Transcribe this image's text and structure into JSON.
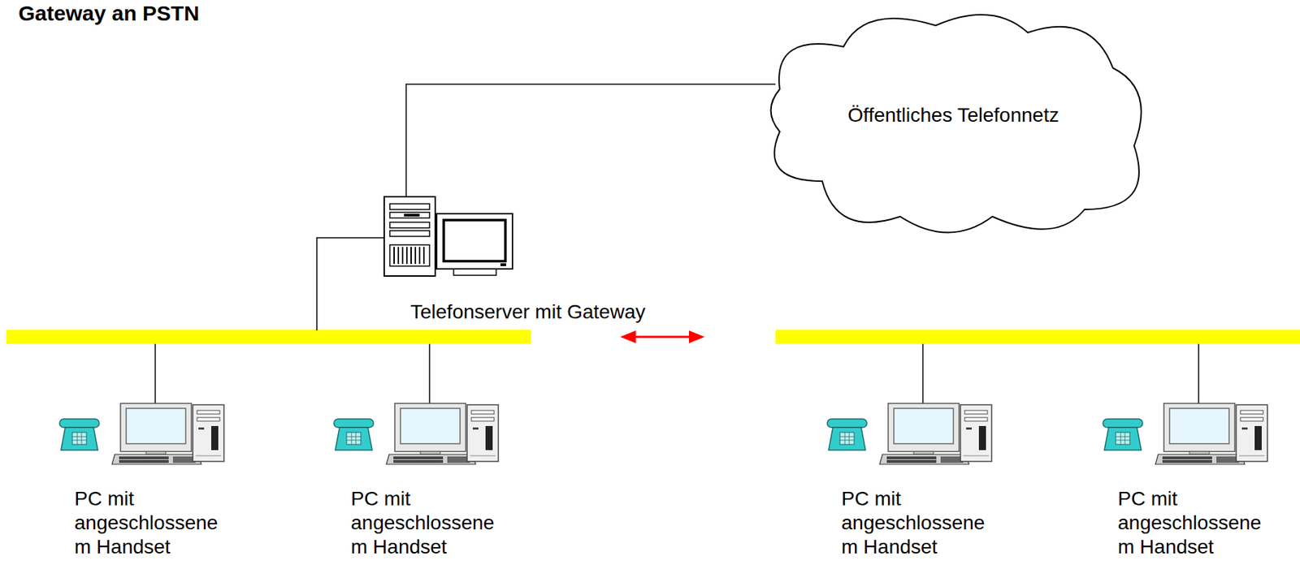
{
  "diagram": {
    "title": "Gateway an PSTN",
    "nodes": [
      {
        "text": [
          "Öffentliches Telefonnetz"
        ]
      },
      {
        "text": [
          "Telefonserver mit Gateway"
        ]
      },
      {
        "text": [
          "PC mit angeschlossene m Handset"
        ]
      },
      {
        "text": [
          "PC mit angeschlossene m Handset"
        ]
      },
      {
        "text": [
          "PC mit angeschlossene m Handset"
        ]
      },
      {
        "text": [
          "PC mit angeschlossene m Handset"
        ]
      }
    ],
    "edges": [
      {
        "from": 1,
        "to": 0,
        "arrow": "none"
      }
    ]
  }
}
